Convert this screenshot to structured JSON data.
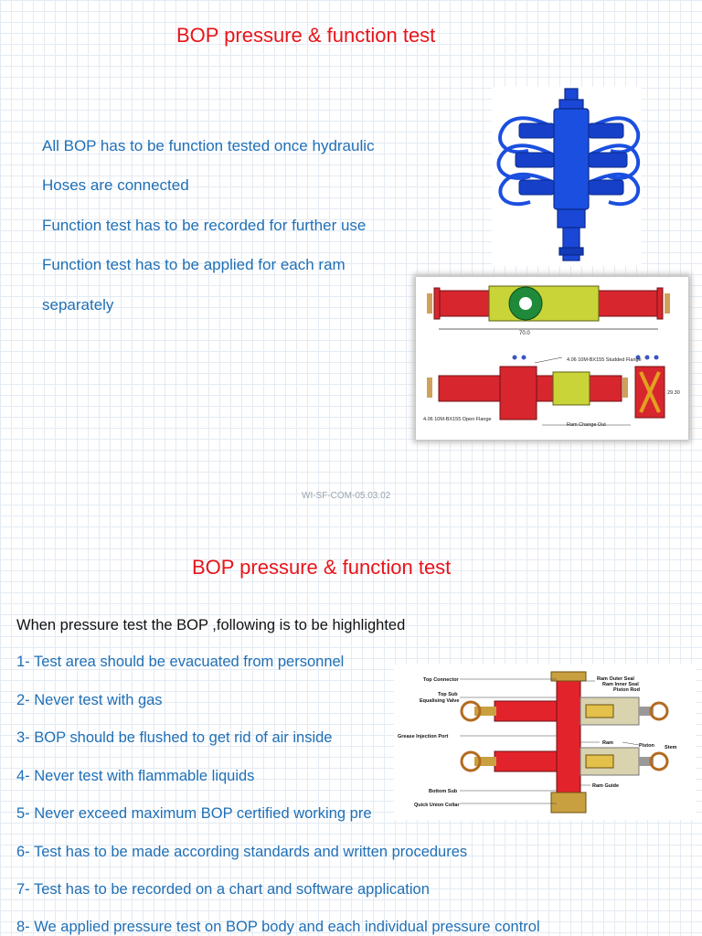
{
  "slide1": {
    "title": "BOP pressure & function test",
    "bullets": [
      "All BOP has to be function tested once hydraulic",
      "Hoses are connected",
      "Function test has to be recorded for further use",
      "Function test has to be applied for each ram",
      "separately"
    ],
    "drawing": {
      "dim_length": "70.0",
      "flange_top": "4.06 10M-BX155 Studded Flange",
      "flange_open": "4.06 10M-BX155 Open Flange",
      "ram_change": "Ram Change Out",
      "dim_height": "29.30"
    },
    "footer": "WI-SF-COM-05.03.02"
  },
  "slide2": {
    "title": "BOP pressure & function test",
    "intro": "When pressure test the BOP ,following is to be highlighted",
    "items": [
      "1- Test area should be evacuated from personnel",
      "2- Never test with gas",
      "3- BOP should be flushed to get rid of air inside",
      "4- Never test with flammable liquids",
      "5- Never exceed maximum BOP certified working pre",
      "6- Test has to be made according standards and written procedures",
      "7- Test has to be recorded on a chart and software application",
      "8- We applied pressure test on BOP body and each individual pressure control"
    ],
    "diagram_labels": {
      "top_connector": "Top Connector",
      "top_sub": "Top Sub",
      "equalising_valve": "Equalising Valve",
      "grease_port": "Grease Injection Port",
      "bottom_sub": "Bottom Sub",
      "quick_union": "Quick Union Collar",
      "ram_outer_seal": "Ram Outer Seal",
      "ram_inner_seal": "Ram Inner Seal",
      "piston_rod": "Piston Rod",
      "ram": "Ram",
      "piston": "Piston",
      "stem": "Stem",
      "ram_guide": "Ram Guide"
    }
  }
}
